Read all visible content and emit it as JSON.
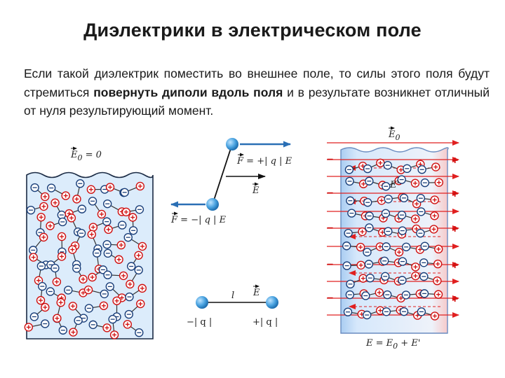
{
  "title": "Диэлектрики в электрическом поле",
  "paragraph": {
    "part1": "Если такой диэлектрик поместить во внешнее поле, то силы этого поля будут стремиться ",
    "bold": "повернуть диполи вдоль поля",
    "part2": " и в результате возникнет отличный от нуля результирующий момент."
  },
  "labels": {
    "e0_zero_vec": "E",
    "e0_zero_sub": "0",
    "e0_zero_eq": " = 0",
    "force_pos_f": "F",
    "force_pos_eq": " = +| q | ",
    "force_pos_e": "E",
    "field_e_mid": "E",
    "force_neg_f": "F",
    "force_neg_eq": " = −| q | ",
    "force_neg_e": "E",
    "dipole_l": "l",
    "dipole_e": "E",
    "charge_neg": "−| q |",
    "charge_pos": "+| q |",
    "ext_field_vec": "E",
    "ext_field_sub": "0",
    "induced_field": "E'",
    "result_e": "E",
    "result_eq": " = ",
    "result_e0": "E",
    "result_e0_sub": "0",
    "result_plus": " + ",
    "result_eprime": "E'"
  },
  "surface_signs": {
    "negative": "−",
    "positive": "+"
  },
  "colors": {
    "dielectric_fill": "#dcecfb",
    "field_line": "#e02020",
    "charge_plus_stroke": "#d01010",
    "charge_minus_stroke": "#1a3f7a",
    "ball": "#4aa3e0"
  }
}
